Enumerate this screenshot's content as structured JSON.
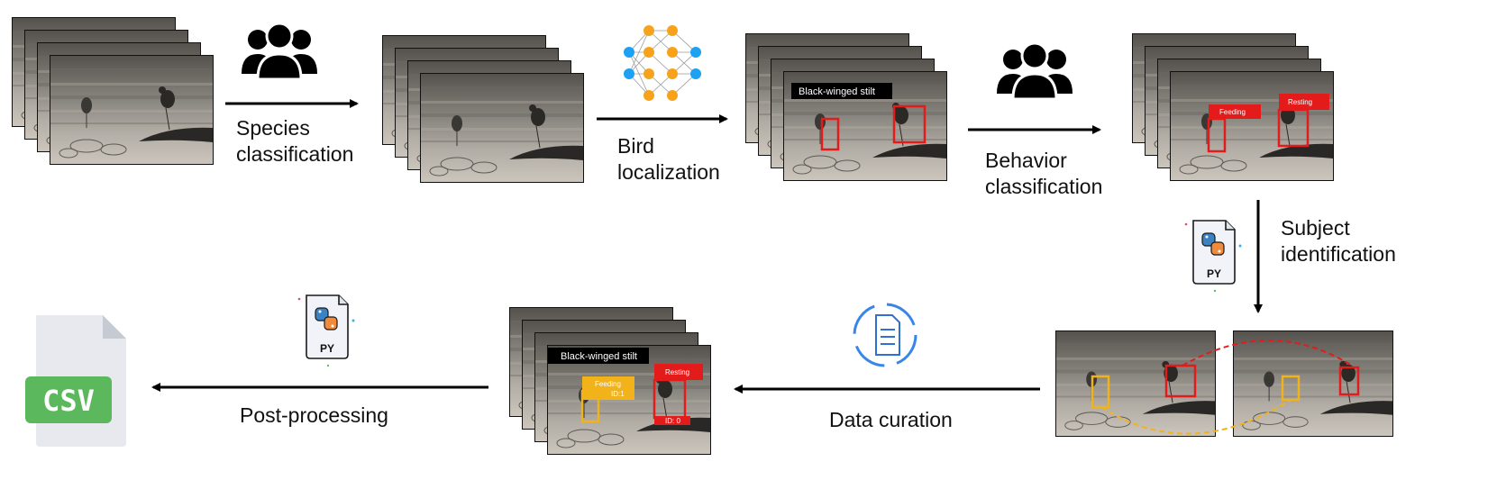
{
  "steps": {
    "species": {
      "line1": "Species",
      "line2": "classification"
    },
    "bird": {
      "line1": "Bird",
      "line2": "localization"
    },
    "behavior": {
      "line1": "Behavior",
      "line2": "classification"
    },
    "subject": {
      "line1": "Subject",
      "line2": "identification"
    },
    "curation": {
      "line1": "Data curation"
    },
    "post": {
      "line1": "Post-processing"
    }
  },
  "tags": {
    "species_label": "Black-winged stilt",
    "behavior_feeding": "Feeding",
    "behavior_resting": "Resting",
    "final_species": "Black-winged stilt",
    "final_feeding": "Feeding",
    "final_resting": "Resting",
    "id_1": "ID:1",
    "id_0": "ID: 0"
  },
  "icons": {
    "python_file": "PY",
    "csv_file": "CSV",
    "people": "people-icon",
    "neural_network": "neural-network-icon",
    "curation": "document-cycle-icon"
  },
  "colors": {
    "box_red": "#e31b1b",
    "box_orange": "#f2b21a",
    "tag_black": "#000000",
    "csv_green": "#5cb85c",
    "nn_orange": "#f7a21b",
    "nn_blue": "#1da1f2",
    "arrow": "#000000"
  }
}
